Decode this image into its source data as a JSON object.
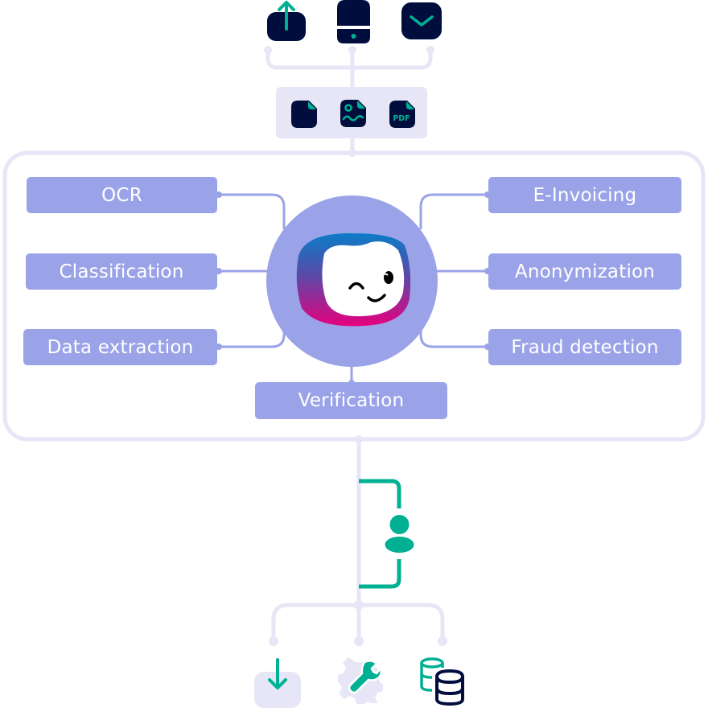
{
  "colors": {
    "navy": "#000d3d",
    "teal": "#00b093",
    "lavender": "#9ba3e8",
    "connector_light": "#e6e6f7",
    "white": "#ffffff",
    "logo_gradient_top": "#0a7cc8",
    "logo_gradient_bottom": "#e5007e"
  },
  "input_channels": [
    {
      "name": "upload",
      "icon": "upload-icon"
    },
    {
      "name": "mobile",
      "icon": "mobile-device-icon"
    },
    {
      "name": "email",
      "icon": "email-icon"
    }
  ],
  "document_types": [
    {
      "name": "document",
      "icon": "document-icon"
    },
    {
      "name": "image",
      "icon": "image-document-icon"
    },
    {
      "name": "pdf",
      "icon": "pdf-document-icon",
      "label": "PDF"
    }
  ],
  "services_left": [
    {
      "label": "OCR"
    },
    {
      "label": "Classification"
    },
    {
      "label": "Data extraction"
    }
  ],
  "services_right": [
    {
      "label": "E-Invoicing"
    },
    {
      "label": "Anonymization"
    },
    {
      "label": "Fraud detection"
    }
  ],
  "service_bottom": {
    "label": "Verification"
  },
  "center": {
    "name": "ai-mascot",
    "icon": "winking-face-logo"
  },
  "human_review": {
    "icon": "person-icon"
  },
  "outputs": [
    {
      "name": "download",
      "icon": "download-icon"
    },
    {
      "name": "integration",
      "icon": "gear-wrench-icon"
    },
    {
      "name": "database",
      "icon": "database-icon"
    }
  ]
}
